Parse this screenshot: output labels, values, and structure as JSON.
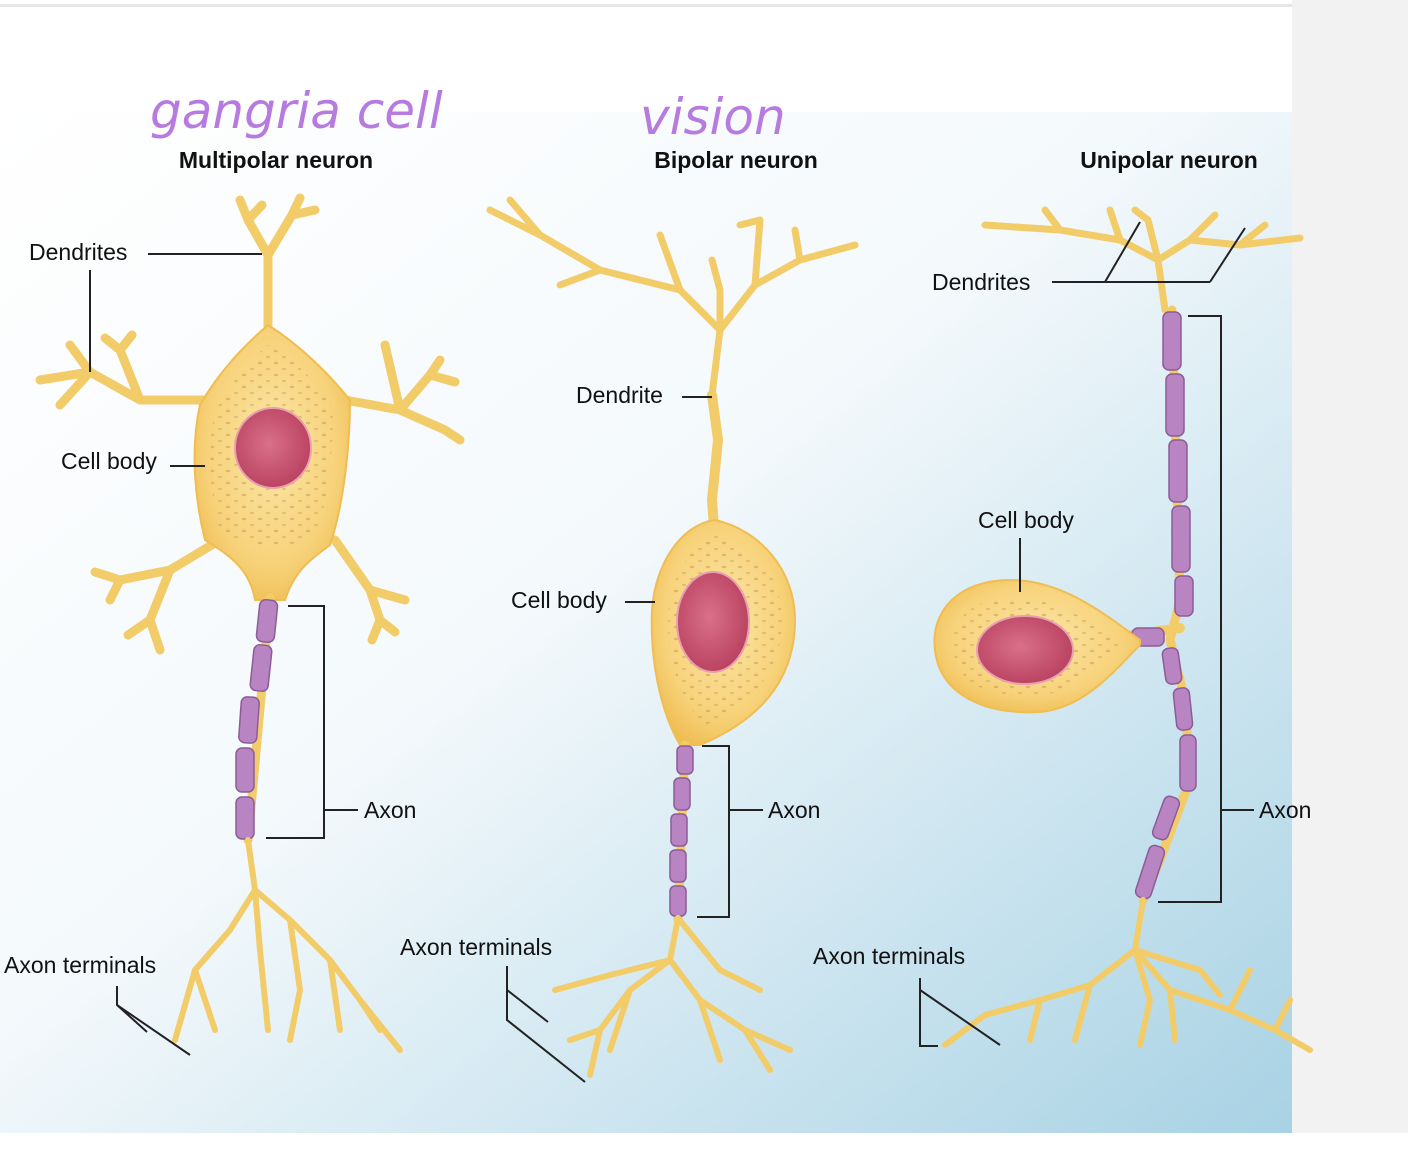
{
  "annotations": {
    "multipolar_note": "gangria cell",
    "bipolar_note": "vision"
  },
  "neurons": {
    "multipolar": {
      "title": "Multipolar neuron",
      "dendrites": "Dendrites",
      "cell_body": "Cell body",
      "axon": "Axon",
      "axon_terminals": "Axon terminals"
    },
    "bipolar": {
      "title": "Bipolar neuron",
      "dendrite": "Dendrite",
      "cell_body": "Cell body",
      "axon": "Axon",
      "axon_terminals": "Axon terminals"
    },
    "unipolar": {
      "title": "Unipolar neuron",
      "dendrites": "Dendrites",
      "cell_body": "Cell body",
      "axon": "Axon",
      "axon_terminals": "Axon terminals"
    }
  },
  "colors": {
    "background_top": "#ffffff",
    "background_bottom": "#a8d2e4",
    "neuron_fill": "#f7d27a",
    "nucleus": "#c9506e",
    "myelin": "#b884c2",
    "handwriting": "#b77be0"
  }
}
